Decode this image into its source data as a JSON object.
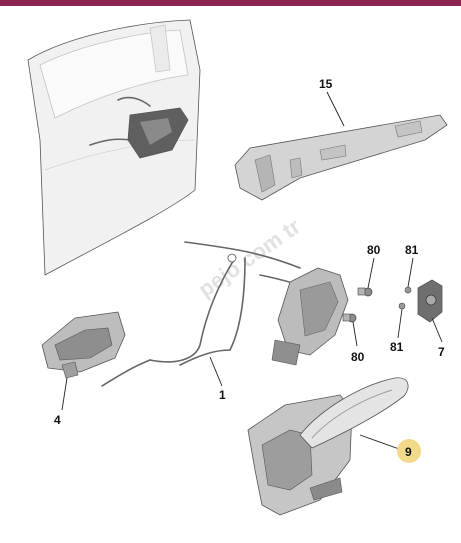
{
  "colors": {
    "top_bar": "#8b2450",
    "highlight_badge": "#f3d98a",
    "part_fill": "#d9d9d9",
    "part_dark": "#a8a8a8",
    "line": "#222222"
  },
  "watermark": "pejo com tr",
  "callouts": {
    "c15": "15",
    "c80a": "80",
    "c81a": "81",
    "c80b": "80",
    "c81b": "81",
    "c7": "7",
    "c1": "1",
    "c4": "4",
    "c9": "9"
  }
}
